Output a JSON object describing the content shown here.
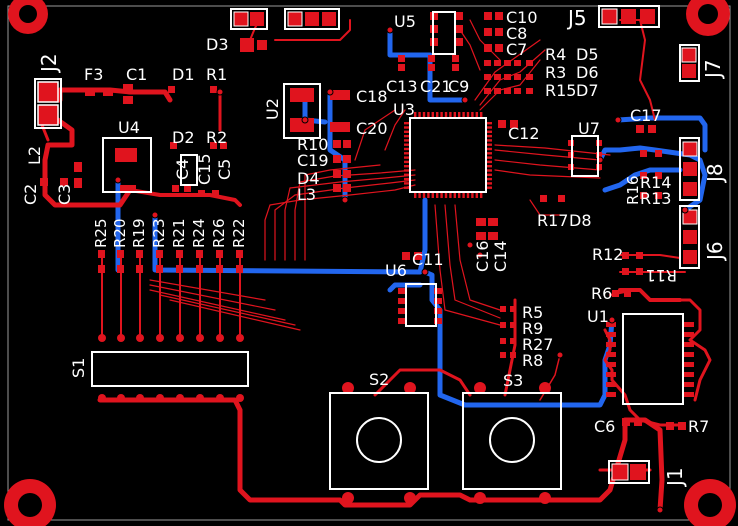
{
  "board": {
    "colors": {
      "background": "#000000",
      "top_copper": "#e0141e",
      "bottom_copper": "#2266ee",
      "silkscreen": "#ffffff",
      "via_hole": "#000000"
    }
  },
  "labels": {
    "J2": "J2",
    "F3": "F3",
    "C1": "C1",
    "D1": "D1",
    "R1": "R1",
    "D2": "D2",
    "R2": "R2",
    "U4": "U4",
    "L2": "L2",
    "C2": "C2",
    "C3": "C3",
    "C4": "C4",
    "C15": "C15",
    "C5": "C5",
    "R25": "R25",
    "R20": "R20",
    "R19": "R19",
    "R23": "R23",
    "R21": "R21",
    "R24": "R24",
    "R26": "R26",
    "R22": "R22",
    "S1": "S1",
    "D3": "D3",
    "U2": "U2",
    "U5": "U5",
    "C10": "C10",
    "C8": "C8",
    "C7": "C7",
    "C13": "C13",
    "C21": "C21",
    "C9": "C9",
    "U3": "U3",
    "C18": "C18",
    "C20": "C20",
    "R10": "R10",
    "C19": "C19",
    "D4": "D4",
    "L3": "L3",
    "J5": "J5",
    "R4": "R4",
    "D5": "D5",
    "R3": "R3",
    "D6": "D6",
    "R15": "R15",
    "D7": "D7",
    "J7": "J7",
    "C12": "C12",
    "U7": "U7",
    "C17": "C17",
    "J8": "J8",
    "R16": "R16",
    "R14": "R14",
    "R13": "R13",
    "R17": "R17",
    "D8": "D8",
    "J6": "J6",
    "R12": "R12",
    "R11": "R11",
    "C16": "C16",
    "C14": "C14",
    "U6": "U6",
    "C11": "C11",
    "R6": "R6",
    "U1": "U1",
    "R5": "R5",
    "R9": "R9",
    "R27": "R27",
    "R8": "R8",
    "S2": "S2",
    "S3": "S3",
    "C6": "C6",
    "R7": "R7",
    "J1": "J1"
  }
}
